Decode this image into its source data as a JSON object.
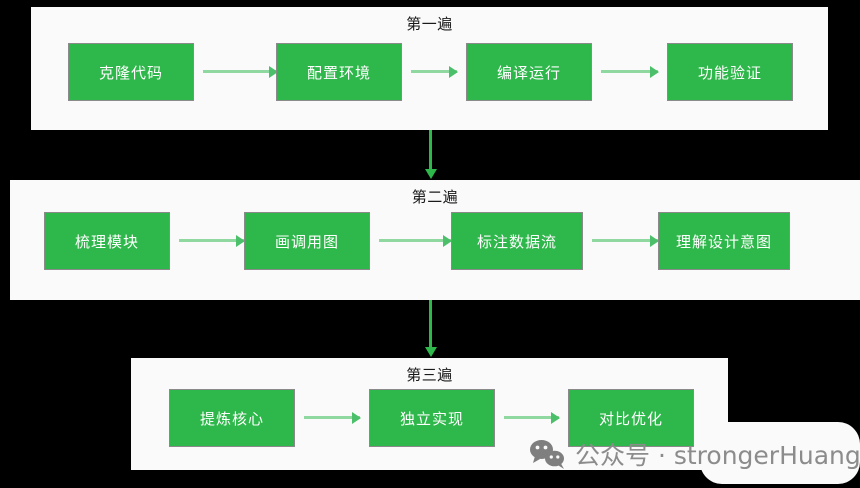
{
  "diagram": {
    "background_color": "#000000",
    "panel_color": "#fafafa",
    "node_color": "#2eb74a",
    "arrow_color": "#8fd9a0",
    "connector_color": "#2eb74a",
    "node_text_color": "#ffffff",
    "panels": [
      {
        "id": "pass-1",
        "title": "第一遍",
        "nodes": [
          {
            "label": "克隆代码"
          },
          {
            "label": "配置环境"
          },
          {
            "label": "编译运行"
          },
          {
            "label": "功能验证"
          }
        ]
      },
      {
        "id": "pass-2",
        "title": "第二遍",
        "nodes": [
          {
            "label": "梳理模块"
          },
          {
            "label": "画调用图"
          },
          {
            "label": "标注数据流"
          },
          {
            "label": "理解设计意图"
          }
        ]
      },
      {
        "id": "pass-3",
        "title": "第三遍",
        "nodes": [
          {
            "label": "提炼核心"
          },
          {
            "label": "独立实现"
          },
          {
            "label": "对比优化"
          }
        ]
      }
    ]
  },
  "watermark": {
    "icon": "wechat-icon",
    "text": "公众号 · strongerHuang",
    "text_color": "#8c8c8c"
  }
}
